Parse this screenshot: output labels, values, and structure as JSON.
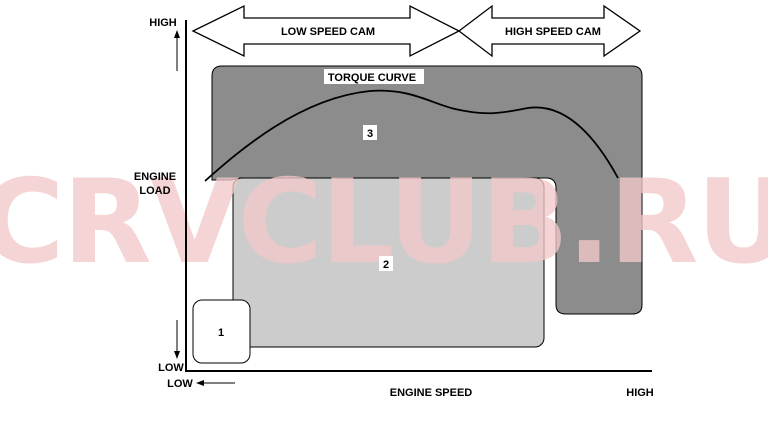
{
  "axes": {
    "y_high": "HIGH",
    "y_low": "LOW",
    "y_label_line1": "ENGINE",
    "y_label_line2": "LOAD",
    "x_low": "LOW",
    "x_label": "ENGINE SPEED",
    "x_high": "HIGH"
  },
  "arrows": {
    "low_speed": "LOW SPEED CAM",
    "high_speed": "HIGH SPEED CAM"
  },
  "regions": {
    "region1": "1",
    "region2": "2",
    "region3": "3"
  },
  "curve_label": "TORQUE CURVE",
  "watermark": "CRVCLUB.RU",
  "colors": {
    "region3_fill": "#8c8c8c",
    "region2_fill": "#cccccc",
    "region1_fill": "#ffffff",
    "watermark": "#f2c9c9"
  }
}
